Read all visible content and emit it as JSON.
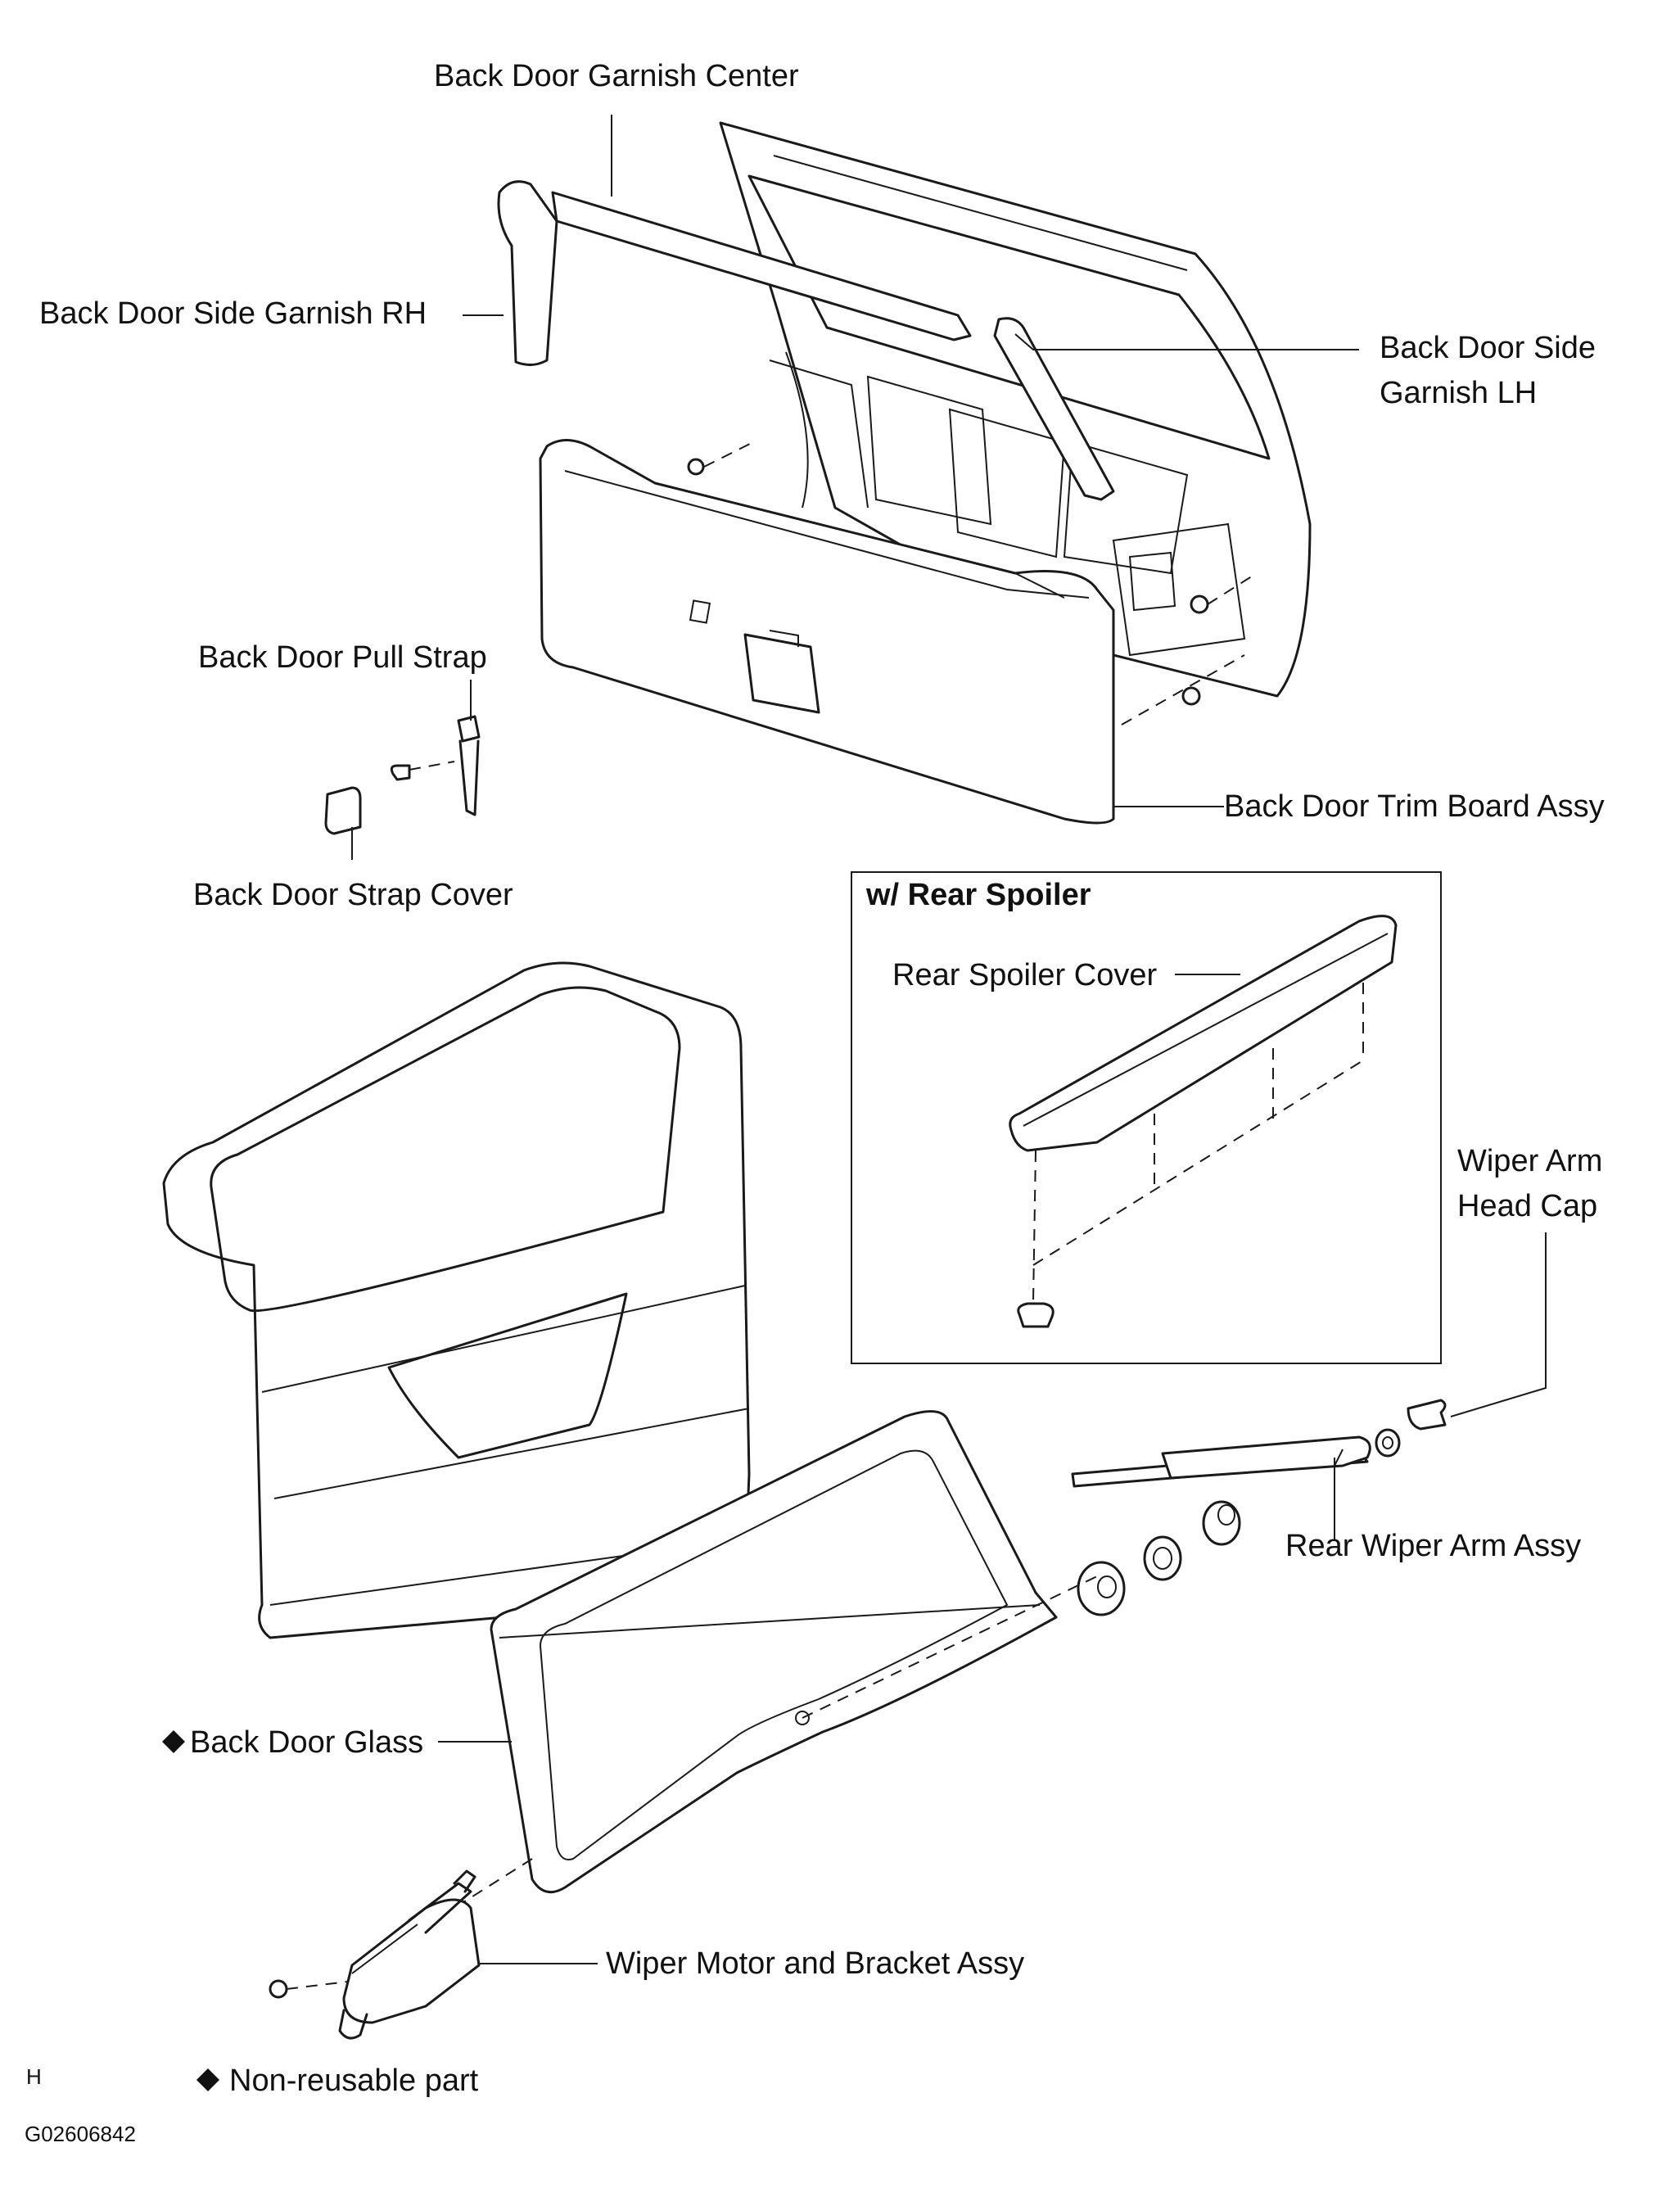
{
  "labels": {
    "garnish_center": "Back Door Garnish Center",
    "side_garnish_rh": "Back Door Side Garnish RH",
    "side_garnish_lh_1": "Back Door Side",
    "side_garnish_lh_2": "Garnish LH",
    "pull_strap": "Back Door Pull Strap",
    "trim_board": "Back Door Trim Board Assy",
    "strap_cover": "Back Door Strap Cover",
    "rear_spoiler_cover": "Rear Spoiler Cover",
    "wiper_cap_1": "Wiper Arm",
    "wiper_cap_2": "Head Cap",
    "rear_wiper_arm": "Rear Wiper Arm Assy",
    "back_door_glass": "Back Door Glass",
    "wiper_motor": "Wiper Motor and Bracket Assy"
  },
  "inset": {
    "title": "w/ Rear Spoiler"
  },
  "legend": {
    "text": "Non-reusable part"
  },
  "footer": {
    "code_letter": "H",
    "figure_id": "G02606842"
  }
}
